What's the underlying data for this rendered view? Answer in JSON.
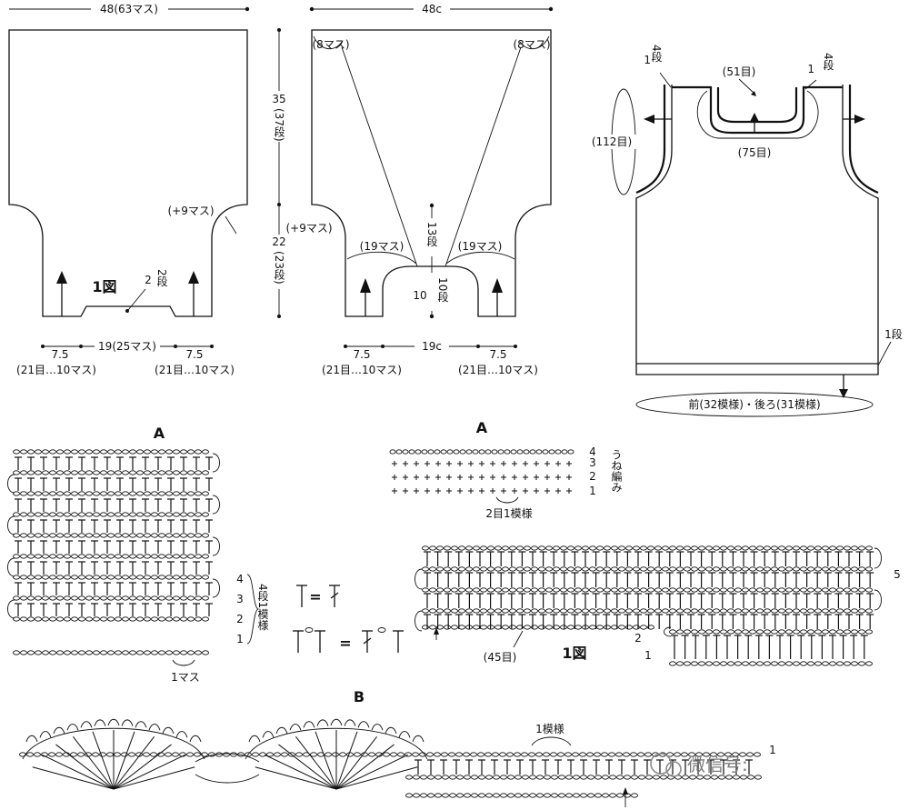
{
  "panel1": {
    "top_width": "48(63マス)",
    "bottom_dims": [
      "7.5",
      "19(25マス)",
      "7.5"
    ],
    "bottom_counts": [
      "(21目…10マス)",
      "(21目…10マス)"
    ],
    "side_note": "(+9マス)",
    "figure_label": "1図",
    "hem_num": "2",
    "hem_rows": "2段"
  },
  "panel2": {
    "top_width": "48c",
    "corner_notes": [
      "(8マス)",
      "(8マス)"
    ],
    "height_upper": "35",
    "height_upper_rows": "(37段)",
    "height_lower": "22",
    "height_lower_rows": "(23段)",
    "side_note": "(+9マス)",
    "gusset_notes": [
      "(19マス)",
      "(19マス)"
    ],
    "center_upper_rows": "13段",
    "center_lower": "10",
    "center_lower_rows": "10段",
    "bottom_dims": [
      "7.5",
      "19c",
      "7.5"
    ],
    "bottom_counts": [
      "(21目…10マス)",
      "(21目…10マス)"
    ]
  },
  "panel3": {
    "left_rows_num": "1",
    "left_rows": "4段",
    "right_rows_num": "1",
    "right_rows": "4段",
    "neck_top": "(51目)",
    "neck_bottom": "(75目)",
    "armhole": "(112目)",
    "hem_rows": "1段",
    "hem_label": "前(32模様)・後ろ(31模様)"
  },
  "chartA_left": {
    "title": "A",
    "row_markers": [
      "4",
      "3",
      "2",
      "1"
    ],
    "repeat_label": "4段1模様",
    "stitch_note": "1マス"
  },
  "chartA_right": {
    "title": "A",
    "row_markers": [
      "4",
      "3",
      "2",
      "1"
    ],
    "side_label": "うね編み",
    "pattern_note": "2目1模様"
  },
  "legend": {
    "equals": "="
  },
  "chart1": {
    "start_count": "(45目)",
    "figure_label": "1図",
    "row_markers": [
      "5",
      "2",
      "1"
    ]
  },
  "chartB": {
    "title": "B",
    "repeat_label": "1模様",
    "row_marker": "1"
  },
  "watermark": "微信号:"
}
